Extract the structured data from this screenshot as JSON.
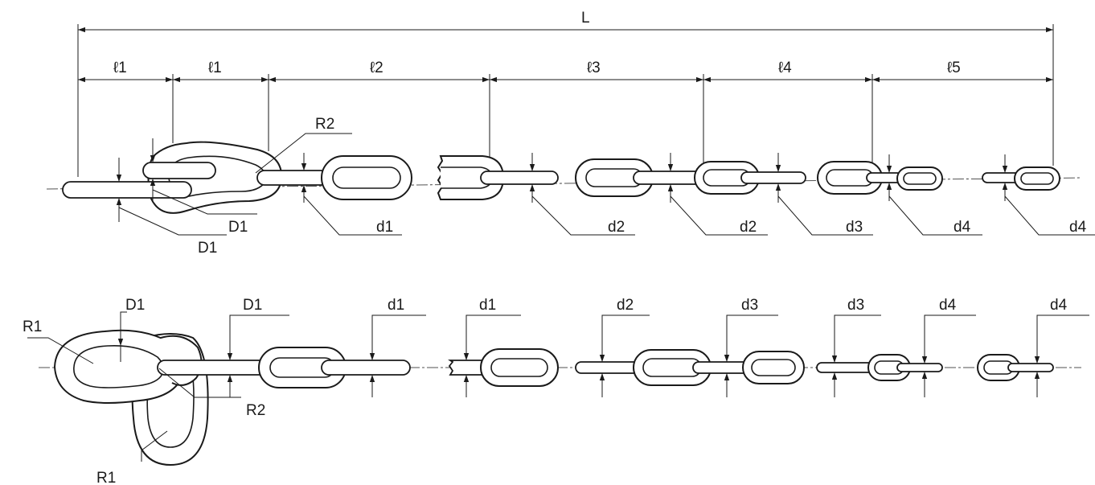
{
  "figure": {
    "top_view": {
      "overall_length": "L",
      "segment_labels": [
        "ℓ1",
        "ℓ1",
        "ℓ2",
        "ℓ3",
        "ℓ4",
        "ℓ5"
      ],
      "callouts": [
        "R2",
        "D1",
        "D1",
        "d1",
        "d2",
        "d2",
        "d3",
        "d4",
        "d4"
      ]
    },
    "side_view": {
      "callouts_left": [
        "R1",
        "D1",
        "R2",
        "R1"
      ],
      "callouts_top": [
        "D1",
        "d1",
        "d1",
        "d2",
        "d3",
        "d3",
        "d4",
        "d4"
      ]
    }
  }
}
